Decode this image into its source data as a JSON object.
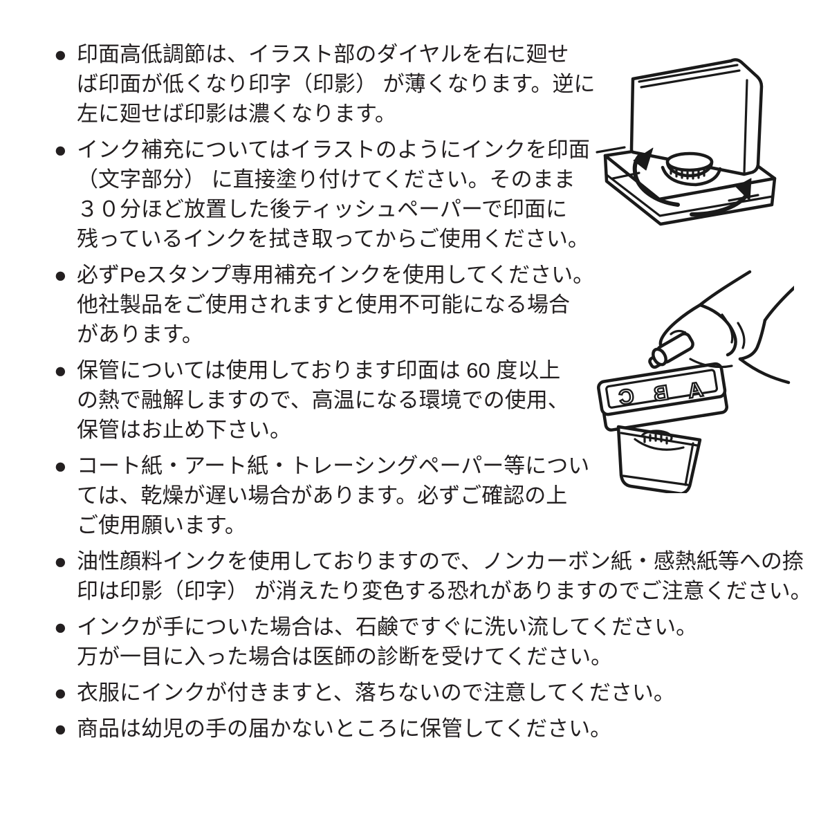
{
  "page": {
    "background": "#ffffff",
    "text_color": "#231f20",
    "line_color": "#1a1a1a"
  },
  "instructions": {
    "bullet_char": "●",
    "items": [
      {
        "lines": [
          "印面高低調節は、イラスト部のダイヤルを右に廻せ",
          "ば印面が低くなり印字（印影） が薄くなります。逆に",
          "左に廻せば印影は濃くなります。"
        ]
      },
      {
        "lines": [
          "インク補充についてはイラストのようにインクを印面",
          "（文字部分） に直接塗り付けてください。そのまま",
          "３０分ほど放置した後ティッシュペーパーで印面に",
          "残っているインクを拭き取ってからご使用ください。"
        ]
      },
      {
        "lines": [
          "必ずPeスタンプ専用補充インクを使用してください。",
          "他社製品をご使用されますと使用不可能になる場合",
          "があります。"
        ]
      },
      {
        "lines": [
          "保管については使用しております印面は 60 度以上",
          "の熱で融解しますので、高温になる環境での使用、",
          "保管はお止め下さい。"
        ]
      },
      {
        "lines": [
          "コート紙・アート紙・トレーシングペーパー等につい",
          "ては、乾燥が遅い場合があります。必ずご確認の上",
          "ご使用願います。"
        ]
      },
      {
        "lines": [
          "油性顔料インクを使用しておりますので、ノンカーボン紙・感熱紙等への捺",
          "印は印影（印字） が消えたり変色する恐れがありますのでご注意ください。"
        ]
      },
      {
        "lines": [
          "インクが手についた場合は、石鹸ですぐに洗い流してください。",
          "万が一目に入った場合は医師の診断を受けてください。"
        ]
      },
      {
        "lines": [
          "衣服にインクが付きますと、落ちないので注意してください。"
        ]
      },
      {
        "lines": [
          "商品は幼児の手の届かないところに保管してください。"
        ]
      }
    ]
  },
  "illustrations": {
    "ink_refill": {
      "letters": [
        "A",
        "B",
        "C"
      ]
    }
  }
}
